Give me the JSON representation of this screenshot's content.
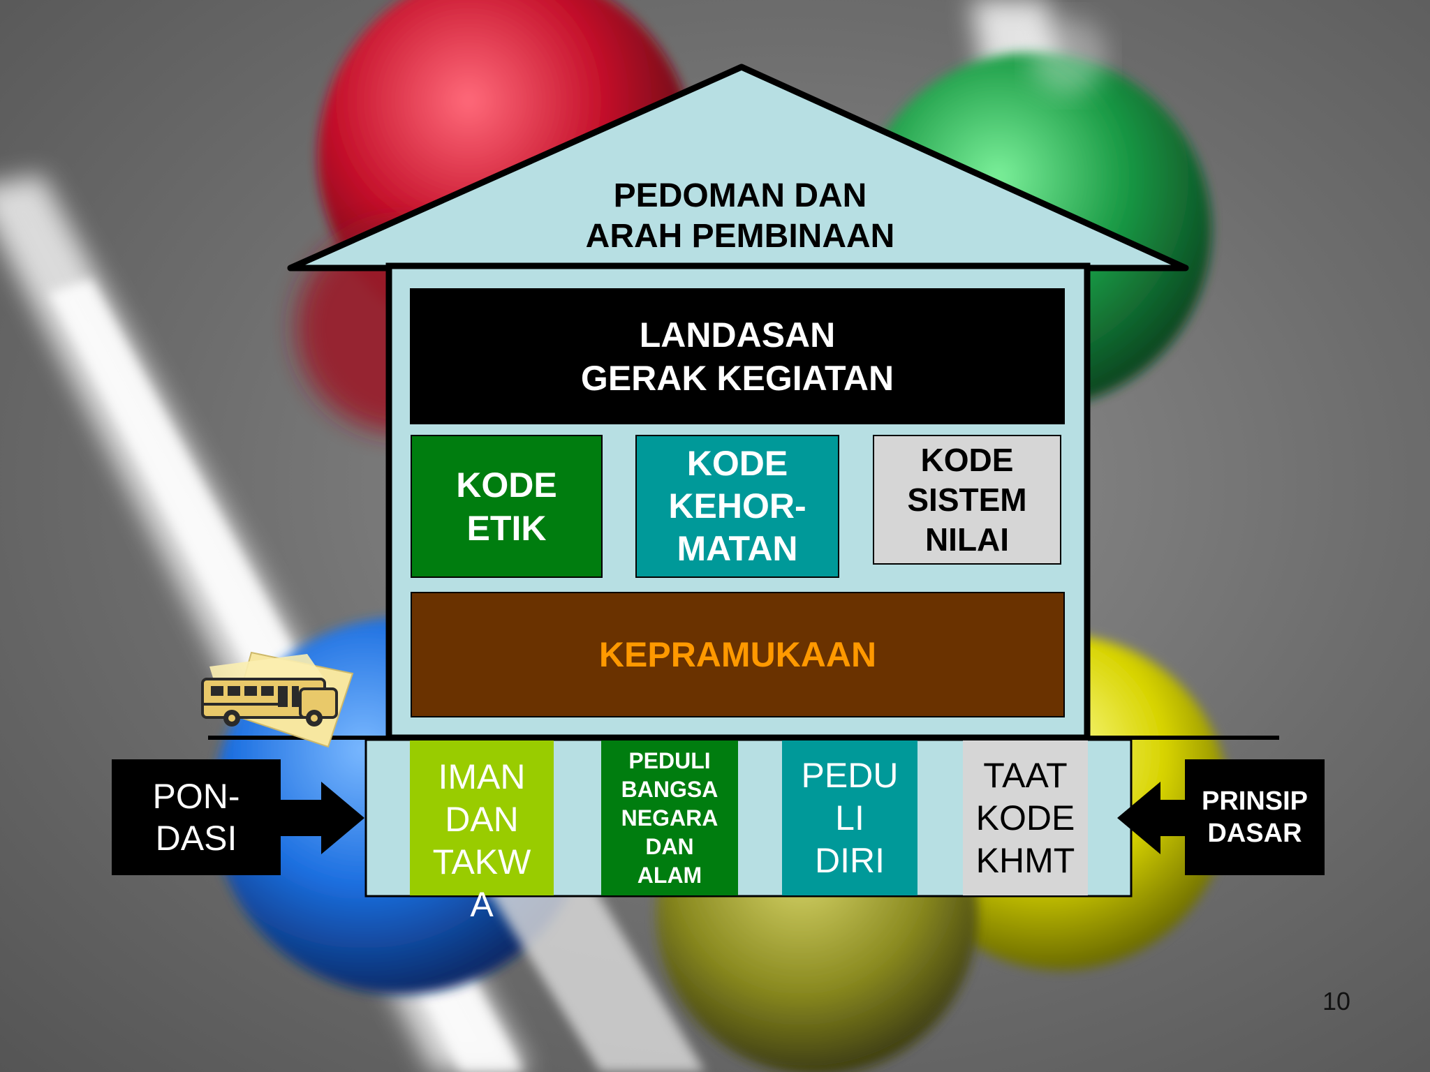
{
  "colors": {
    "house_fill": "#b7dfe3",
    "black": "#000000",
    "kode_etik": "#007d0f",
    "kode_kehormatan": "#009999",
    "kode_sistem_nilai": "#d6d6d6",
    "kepramukaan_bg": "#6a3200",
    "kepramukaan_text": "#ff9900",
    "iman": "#99cc00",
    "peduli_bangsa": "#007d0f",
    "peduli_diri": "#009999",
    "taat": "#d6d6d6"
  },
  "roof": {
    "title": "PEDOMAN DAN\nARAH PEMBINAAN"
  },
  "body": {
    "landasan": "LANDASAN\nGERAK KEGIATAN",
    "kode_etik": "KODE\nETIK",
    "kode_kehormatan": "KODE\nKEHOR-\nMATAN",
    "kode_sistem_nilai": "KODE\nSISTEM\nNILAI",
    "kepramukaan": "KEPRAMUKAAN"
  },
  "foundation": {
    "iman": "IMAN\nDAN\nTAKW\nA",
    "peduli_bangsa": "PEDULI\nBANGSA\nNEGARA\nDAN\nALAM",
    "peduli_diri": "PEDU\nLI\nDIRI",
    "taat": "TAAT\nKODE\nKHMT"
  },
  "labels": {
    "pondasi": "PON-\nDASI",
    "prinsip_dasar": "PRINSIP\nDASAR"
  },
  "clipart": {
    "icon": "school-bus-icon"
  },
  "slide_number": "10"
}
